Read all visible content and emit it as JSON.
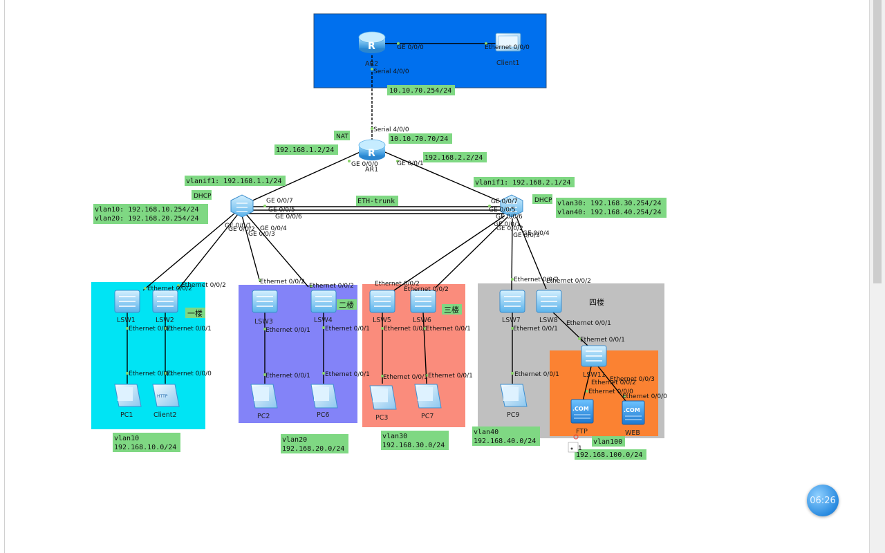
{
  "areas": {
    "floor1": "一楼",
    "floor2": "二楼",
    "floor3": "三楼",
    "floor4": "四楼"
  },
  "devices": {
    "ar2": "AR2",
    "client1": "Client1",
    "ar1": "AR1",
    "lsw1": "LSW1",
    "lsw2": "LSW2",
    "lsw3": "LSW3",
    "lsw4": "LSW4",
    "lsw5": "LSW5",
    "lsw6": "LSW6",
    "lsw7": "LSW7",
    "lsw8": "LSW8",
    "lsw11": "LSW11",
    "pc1": "PC1",
    "client2": "Client2",
    "pc2": "PC2",
    "pc6": "PC6",
    "pc3": "PC3",
    "pc7": "PC7",
    "pc9": "PC9",
    "ftp": "FTP",
    "web": "WEB"
  },
  "ports": {
    "ar2_ge": "GE 0/0/0",
    "client1_eth": "Ethernet 0/0/0",
    "ar2_serial": "Serial 4/0/0",
    "ar1_serial": "Serial 4/0/0",
    "ar1_ge0": "GE 0/0/0",
    "ar1_ge1": "GE 0/0/1",
    "sw1_ge7": "GE 0/0/7",
    "sw1_ge5": "GE 0/0/5",
    "sw1_ge6": "GE 0/0/6",
    "sw1_ge4": "GE 0/0/4",
    "sw1_ge3": "GE 0/0/3",
    "sw1_ge2": "GE 0/0/2",
    "sw1_ge1": "GE 0/0/1",
    "sw2_ge7": "GE 0/0/7",
    "sw2_ge5": "GE 0/0/5",
    "sw2_ge6": "GE 0/0/6",
    "sw2_ge1": "GE 0/0/1",
    "sw2_ge2": "GE 0/0/2",
    "sw2_ge3": "GE 0/0/3",
    "sw2_ge4": "GE 0/0/4",
    "lsw1_up": "Ethernet 0/0/2",
    "lsw2_up": "Ethernet 0/0/2",
    "lsw1_dn": "Ethernet 0/0/1",
    "lsw2_dn": "Ethernet 0/0/1",
    "pc1_eth": "Ethernet 0/0/1",
    "client2_eth": "Ethernet 0/0/0",
    "lsw3_up": "Ethernet 0/0/2",
    "lsw4_up": "Ethernet 0/0/2",
    "lsw3_dn": "Ethernet 0/0/1",
    "lsw4_dn": "Ethernet 0/0/1",
    "pc2_eth": "Ethernet 0/0/1",
    "pc6_eth": "Ethernet 0/0/1",
    "lsw5_up": "Ethernet 0/0/2",
    "lsw6_up": "Ethernet 0/0/2",
    "lsw5_dn": "Ethernet 0/0/1",
    "lsw6_dn": "Ethernet 0/0/1",
    "pc3_eth": "Ethernet 0/0/1",
    "pc7_eth": "Ethernet 0/0/1",
    "lsw7_up": "Ethernet 0/0/2",
    "lsw8_up": "Ethernet 0/0/2",
    "lsw7_dn": "Ethernet 0/0/1",
    "lsw8_dn": "Ethernet 0/0/1",
    "lsw11_up": "Ethernet 0/0/1",
    "pc9_eth": "Ethernet 0/0/1",
    "lsw11_p3": "Ethernet 0/0/3",
    "lsw11_p2": "Ethernet 0/0/2",
    "ftp_eth": "Ethernet 0/0/0",
    "web_eth": "Ethernet 0/0/0"
  },
  "notes": {
    "wan_ar2": "10.10.70.254/24",
    "nat": "NAT",
    "wan_ar1": "10.10.70.70/24",
    "left_link": "192.168.1.2/24",
    "right_link": "192.168.2.2/24",
    "vlanif_left": "vlanif1: 192.168.1.1/24",
    "vlanif_right": "vlanif1: 192.168.2.1/24",
    "dhcp_left": "DHCP",
    "dhcp_right": "DHCP",
    "eth_trunk": "ETH-trunk",
    "gw10": "vlan10: 192.168.10.254/24",
    "gw20": "vlan20: 192.168.20.254/24",
    "gw30": "vlan30: 192.168.30.254/24",
    "gw40": "vlan40: 192.168.40.254/24",
    "vlan10": "vlan10",
    "net10": "192.168.10.0/24",
    "vlan20": "vlan20",
    "net20": "192.168.20.0/24",
    "vlan30": "vlan30",
    "net30": "192.168.30.0/24",
    "vlan40": "vlan40",
    "net40": "192.168.40.0/24",
    "vlan100": "vlan100",
    "net100": "192.168.100.0/24"
  },
  "cursor_text": "1",
  "timer": "06:26",
  "colors": {
    "top_area": "#0070ee",
    "floor1": "#00e4f4",
    "floor2": "#8383f8",
    "floor3": "#fa8c7c",
    "floor4": "#c0c0c0",
    "server_area": "#fb8232",
    "note_bg": "#7fd883"
  }
}
